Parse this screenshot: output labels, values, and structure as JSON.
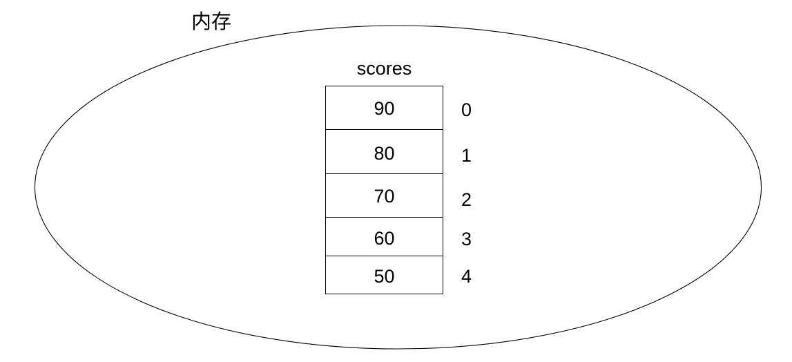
{
  "diagram": {
    "title": "内存",
    "background_color": "#ffffff",
    "stroke_color": "#000000",
    "container": {
      "label": "内存",
      "shape": "ellipse"
    },
    "array": {
      "name": "scores",
      "length": 5,
      "cells": [
        {
          "index": "0",
          "value": "90"
        },
        {
          "index": "1",
          "value": "80"
        },
        {
          "index": "2",
          "value": "70"
        },
        {
          "index": "3",
          "value": "60"
        },
        {
          "index": "4",
          "value": "50"
        }
      ]
    }
  }
}
